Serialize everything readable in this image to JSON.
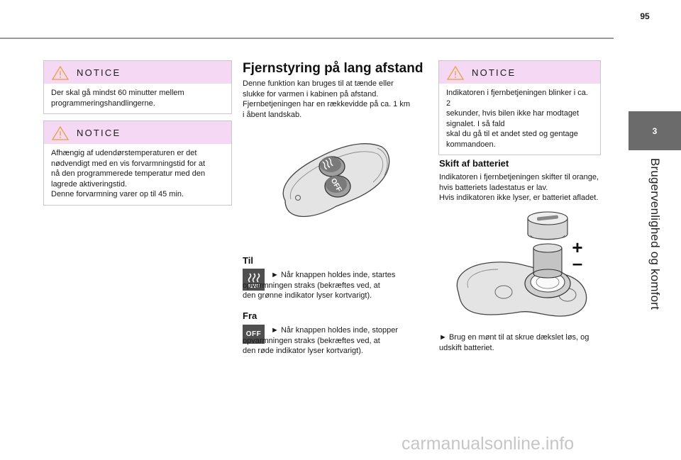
{
  "page": {
    "number": "95"
  },
  "sidebar": {
    "chapter": "3",
    "section": "Brugervenlighed og komfort"
  },
  "notices": [
    {
      "title": "NOTICE",
      "text": "Der skal gå mindst 60 minutter mellem\nprogrammeringshandlingerne."
    },
    {
      "title": "NOTICE",
      "text": "Afhængig af udendørstemperaturen er det\nnødvendigt med en vis forvarmningstid for at\nnå den programmerede temperatur med den\nlagrede aktiveringstid.\nDenne forvarmning varer op til 45 min."
    },
    {
      "title": "NOTICE",
      "text": "Indikatoren i fjernbetjeningen blinker i ca. 2\nsekunder, hvis bilen ikke har modtaget\nsignalet. I så fald\nskal du gå til et andet sted og gentage\nkommandoen."
    }
  ],
  "remote": {
    "heading": "Fjernstyring på lang afstand",
    "intro": "Denne funktion kan bruges til at tænde eller\nslukke for varmen i kabinen på afstand.\nFjernbetjeningen har en rækkevidde på ca. 1 km\ni åbent landskab.",
    "button_off_label": "OFF",
    "til": {
      "heading": "Til",
      "text": "► Når knappen holdes inde, startes\nopvarmningen straks (bekræftes ved, at\nden grønne indikator lyser kortvarigt)."
    },
    "fra": {
      "heading": "Fra",
      "badge": "OFF",
      "text": "► Når knappen holdes inde, stopper\nopvarmningen straks (bekræftes ved, at\nden røde indikator lyser kortvarigt)."
    }
  },
  "battery": {
    "heading": "Skift af batteriet",
    "text": "Indikatoren i fjernbetjeningen skifter til orange,\nhvis batteriets ladestatus er lav.\nHvis indikatoren ikke lyser, er batteriet afladet.",
    "plus": "+",
    "minus": "–",
    "caption": "► Brug en mønt til at skrue dækslet løs, og\nudskift batteriet."
  },
  "watermark": "carmanualsonline.info"
}
